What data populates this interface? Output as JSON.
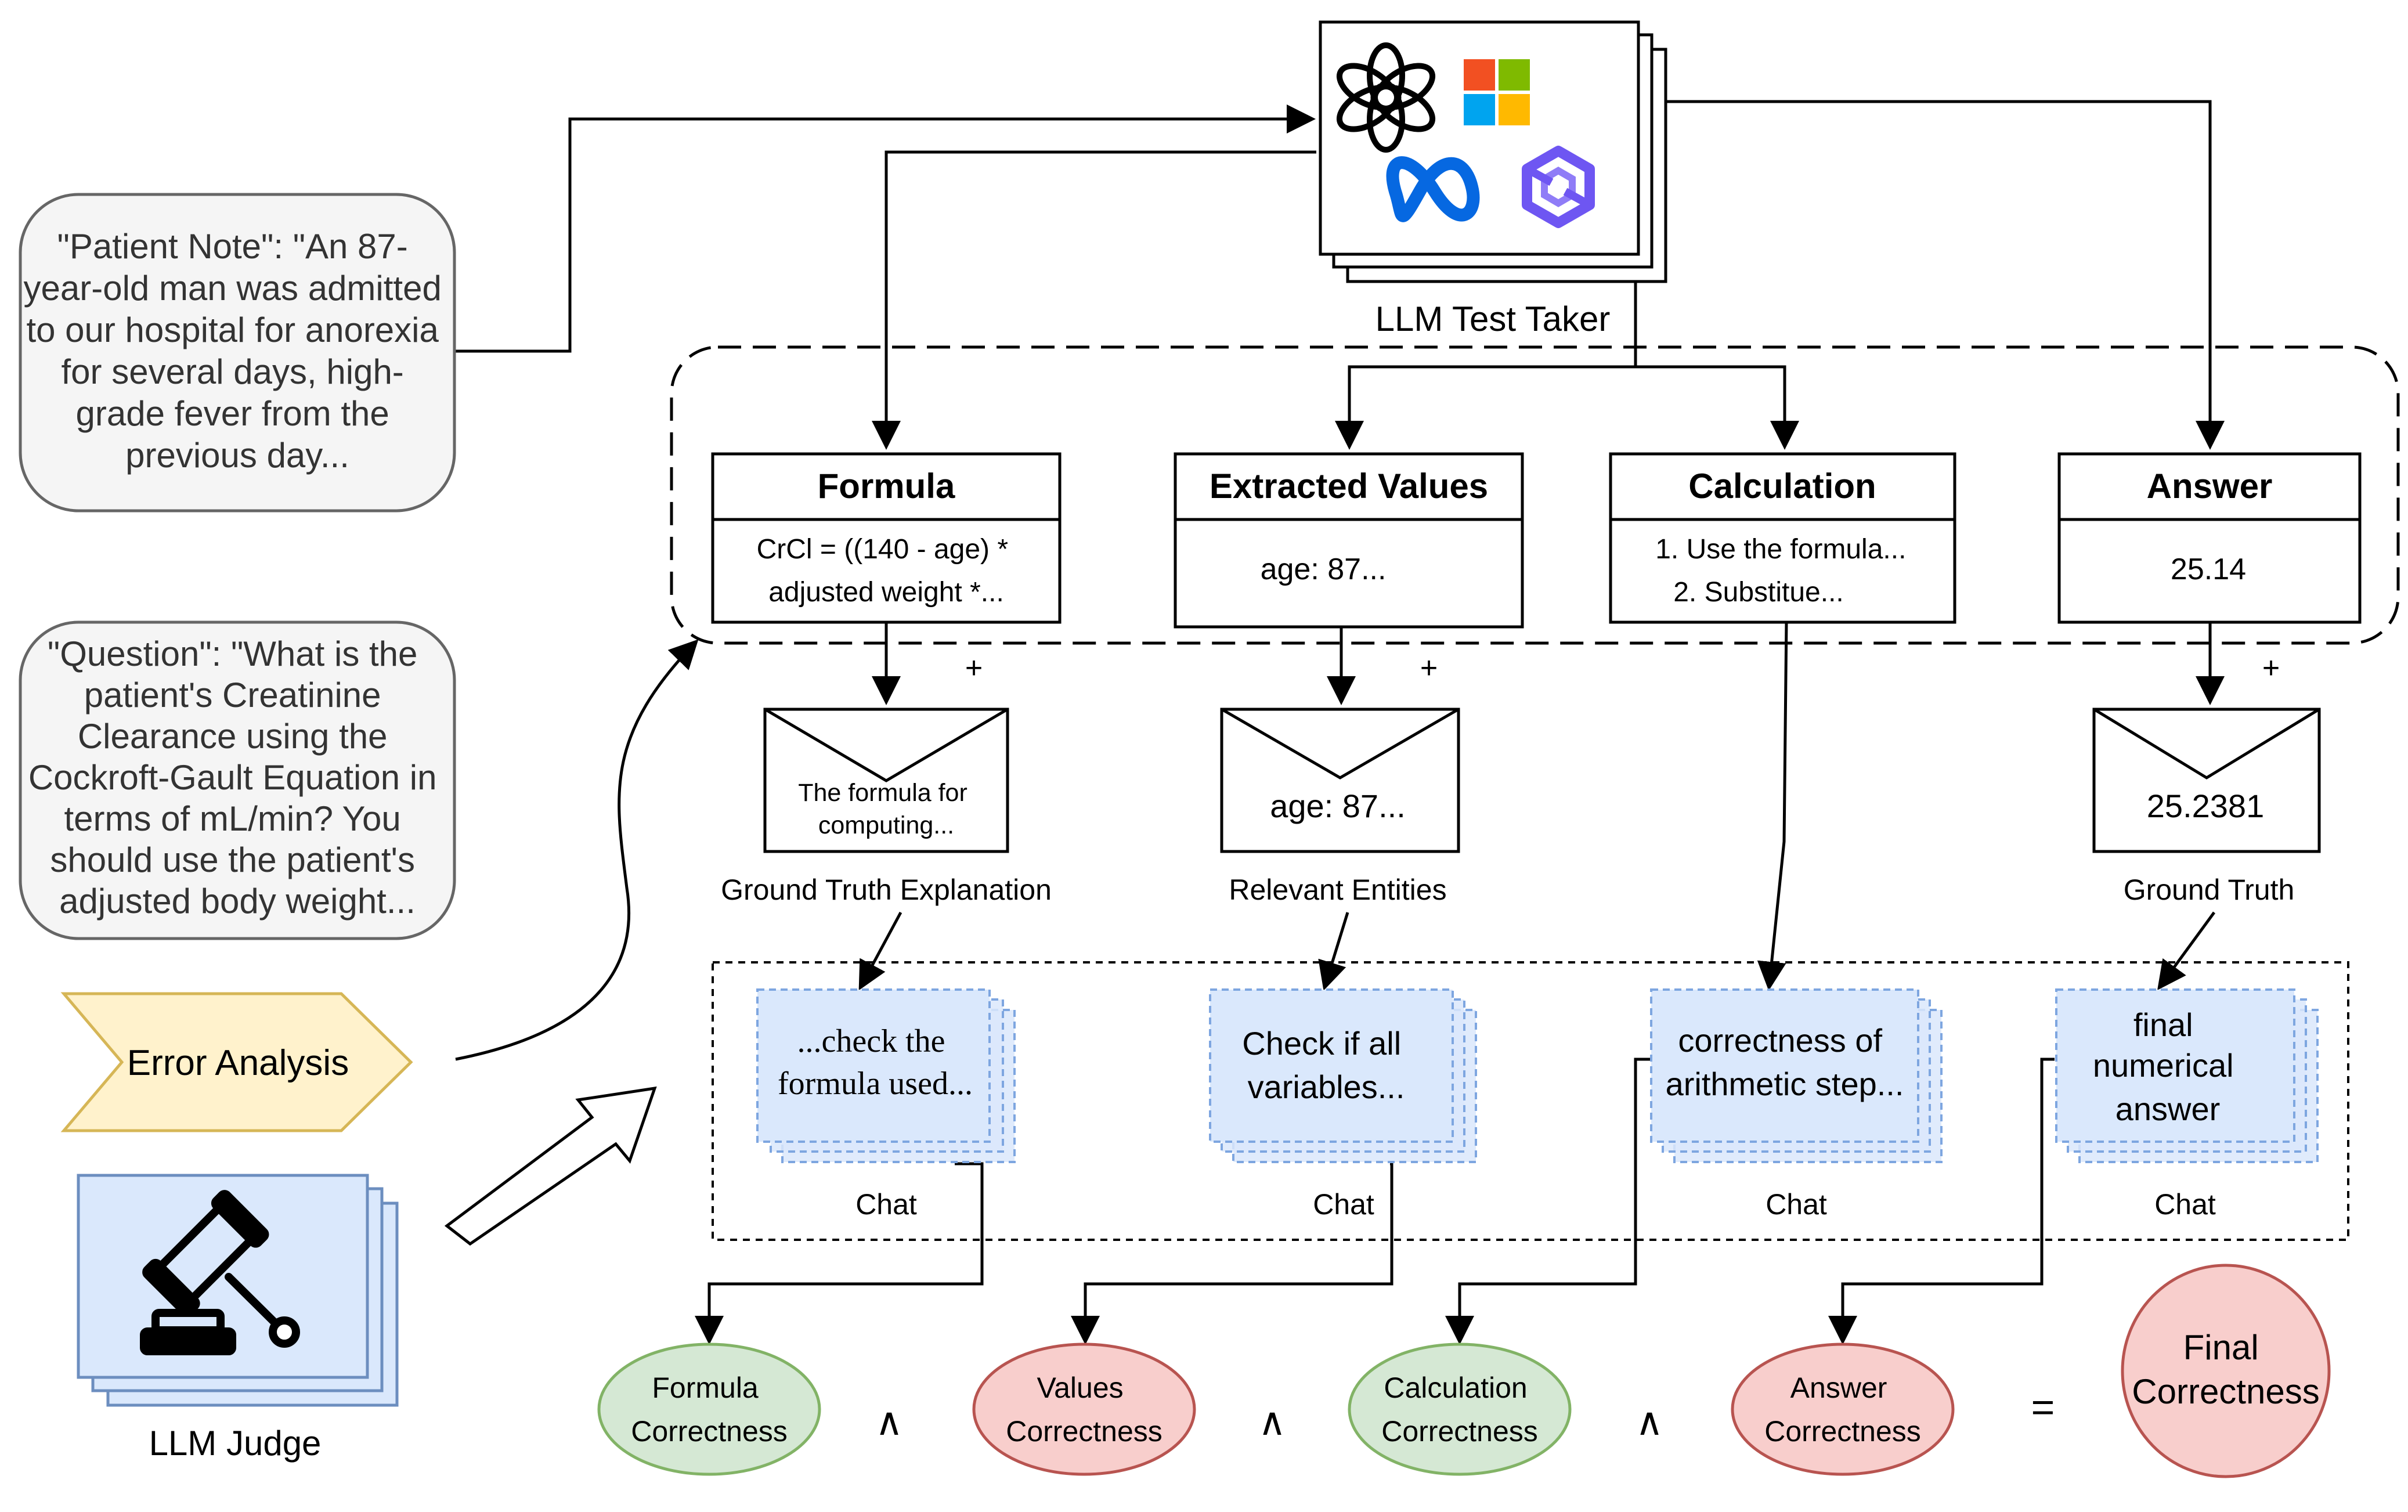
{
  "llm_test_taker": {
    "label": "LLM Test Taker",
    "logos": [
      "openai-logo",
      "microsoft-logo",
      "meta-logo",
      "qwen-logo"
    ]
  },
  "inputs": {
    "patient_note_lines": [
      "\"Patient Note\": \"An 87-",
      "year-old man was admitted",
      "to our hospital for anorexia",
      "for several days, high-",
      "grade fever from the",
      "previous day..."
    ],
    "question_lines": [
      "\"Question\": \"What is the",
      "patient's Creatinine",
      "Clearance using the",
      "Cockroft-Gault Equation in",
      "terms of mL/min? You",
      "should use the patient's",
      "adjusted body weight..."
    ]
  },
  "error_analysis": {
    "label": "Error Analysis"
  },
  "llm_judge": {
    "label": "LLM Judge"
  },
  "components": {
    "formula": {
      "title": "Formula",
      "lines": [
        "CrCl = ((140 - age) *",
        "adjusted weight *..."
      ]
    },
    "values": {
      "title": "Extracted Values",
      "lines": [
        "age: 87..."
      ]
    },
    "calculation": {
      "title": "Calculation",
      "lines": [
        "1. Use the formula...",
        "2. Substitue..."
      ]
    },
    "answer": {
      "title": "Answer",
      "lines": [
        "25.14"
      ]
    }
  },
  "references": {
    "formula": {
      "lines": [
        "The formula for",
        "computing..."
      ],
      "caption": "Ground Truth Explanation"
    },
    "values": {
      "lines": [
        "age: 87..."
      ],
      "caption": "Relevant Entities"
    },
    "answer": {
      "lines": [
        "25.2381"
      ],
      "caption": "Ground Truth"
    }
  },
  "plus_sign": "+",
  "chats": {
    "formula": {
      "lines": [
        "...check the",
        "formula used..."
      ],
      "caption": "Chat"
    },
    "values": {
      "lines": [
        "Check if all",
        "variables..."
      ],
      "caption": "Chat"
    },
    "calculation": {
      "lines": [
        "correctness of",
        "arithmetic step..."
      ],
      "caption": "Chat"
    },
    "answer": {
      "lines": [
        "final",
        "numerical",
        "answer"
      ],
      "caption": "Chat"
    }
  },
  "outcomes": {
    "formula": {
      "lines": [
        "Formula",
        "Correctness"
      ],
      "status": "correct"
    },
    "values": {
      "lines": [
        "Values",
        "Correctness"
      ],
      "status": "incorrect"
    },
    "calculation": {
      "lines": [
        "Calculation",
        "Correctness"
      ],
      "status": "correct"
    },
    "answer": {
      "lines": [
        "Answer",
        "Correctness"
      ],
      "status": "incorrect"
    },
    "final": {
      "lines": [
        "Final",
        "Correctness"
      ],
      "status": "incorrect"
    }
  },
  "operators": {
    "and": "∧",
    "equals": "="
  },
  "colors": {
    "stroke": "#000000",
    "note_fill": "#f5f5f5",
    "note_stroke": "#666666",
    "error_fill": "#fff2cc",
    "error_stroke": "#d6b656",
    "judge_fill": "#dae8fc",
    "judge_stroke": "#6c8ebf",
    "chat_fill": "#dae8fc",
    "chat_stroke": "#7ea6e0",
    "correct_fill": "#d5e8d4",
    "correct_stroke": "#82b366",
    "incorrect_fill": "#f8cecc",
    "incorrect_stroke": "#b85450"
  }
}
